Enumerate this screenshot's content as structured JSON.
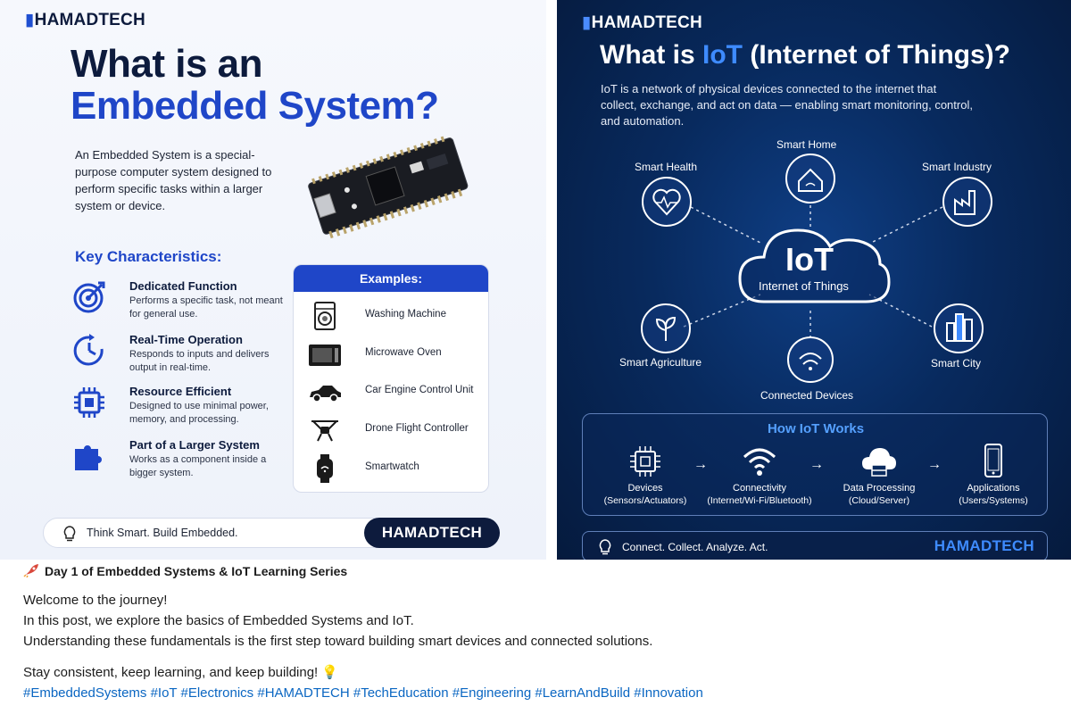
{
  "left": {
    "brand": "HAMADTECH",
    "title_line1": "What is an",
    "title_line2": "Embedded System?",
    "intro": "An Embedded System is a special-purpose computer system designed to perform specific tasks within a larger system or device.",
    "key_title": "Key Characteristics:",
    "characteristics": [
      {
        "title": "Dedicated Function",
        "desc": "Performs a specific task, not meant for general use.",
        "icon": "target-icon"
      },
      {
        "title": "Real-Time Operation",
        "desc": "Responds to inputs and delivers output in real-time.",
        "icon": "clock-icon"
      },
      {
        "title": "Resource Efficient",
        "desc": "Designed to use minimal power, memory, and processing.",
        "icon": "chip-icon"
      },
      {
        "title": "Part of a Larger System",
        "desc": "Works as a component inside a bigger system.",
        "icon": "puzzle-icon"
      }
    ],
    "examples_title": "Examples:",
    "examples": [
      {
        "label": "Washing Machine",
        "icon": "washing-machine-icon"
      },
      {
        "label": "Microwave Oven",
        "icon": "microwave-icon"
      },
      {
        "label": "Car Engine Control Unit",
        "icon": "car-icon"
      },
      {
        "label": "Drone Flight Controller",
        "icon": "drone-icon"
      },
      {
        "label": "Smartwatch",
        "icon": "smartwatch-icon"
      }
    ],
    "tagline": "Think Smart. Build Embedded.",
    "brand_pill": "HAMADTECH"
  },
  "right": {
    "brand": "HAMADTECH",
    "title_pre": "What is ",
    "title_hl": "IoT",
    "title_post": " (Internet of Things)?",
    "desc": "IoT is a network of physical devices connected to the internet that collect, exchange, and act on data — enabling smart monitoring, control, and automation.",
    "cloud_title": "IoT",
    "cloud_sub": "Internet of Things",
    "nodes": {
      "smart_home": "Smart Home",
      "smart_health": "Smart Health",
      "smart_industry": "Smart Industry",
      "smart_agriculture": "Smart Agriculture",
      "smart_city": "Smart City",
      "connected_devices": "Connected Devices"
    },
    "how_title": "How IoT Works",
    "how_steps": [
      {
        "name": "Devices",
        "sub": "(Sensors/Actuators)"
      },
      {
        "name": "Connectivity",
        "sub": "(Internet/Wi-Fi/Bluetooth)"
      },
      {
        "name": "Data Processing",
        "sub": "(Cloud/Server)"
      },
      {
        "name": "Applications",
        "sub": "(Users/Systems)"
      }
    ],
    "arrow": "→",
    "tagline": "Connect. Collect. Analyze. Act.",
    "brand_footer": "HAMADTECH"
  },
  "post": {
    "heading": "Day 1 of Embedded Systems & IoT Learning Series",
    "line1": "Welcome to the journey!",
    "line2": "In this post, we explore the basics of Embedded Systems and IoT.",
    "line3": "Understanding these fundamentals is the first step toward building smart devices and connected solutions.",
    "line4": "Stay consistent, keep learning, and keep building! 💡",
    "hashtags": "#EmbeddedSystems #IoT #Electronics #HAMADTECH #TechEducation #Engineering #LearnAndBuild #Innovation"
  },
  "colors": {
    "left_accent": "#1f46c8",
    "left_dark": "#0d1b3d",
    "right_bg": "#082a5e",
    "right_accent": "#3e8bff",
    "hashtag": "#0a66c2"
  }
}
